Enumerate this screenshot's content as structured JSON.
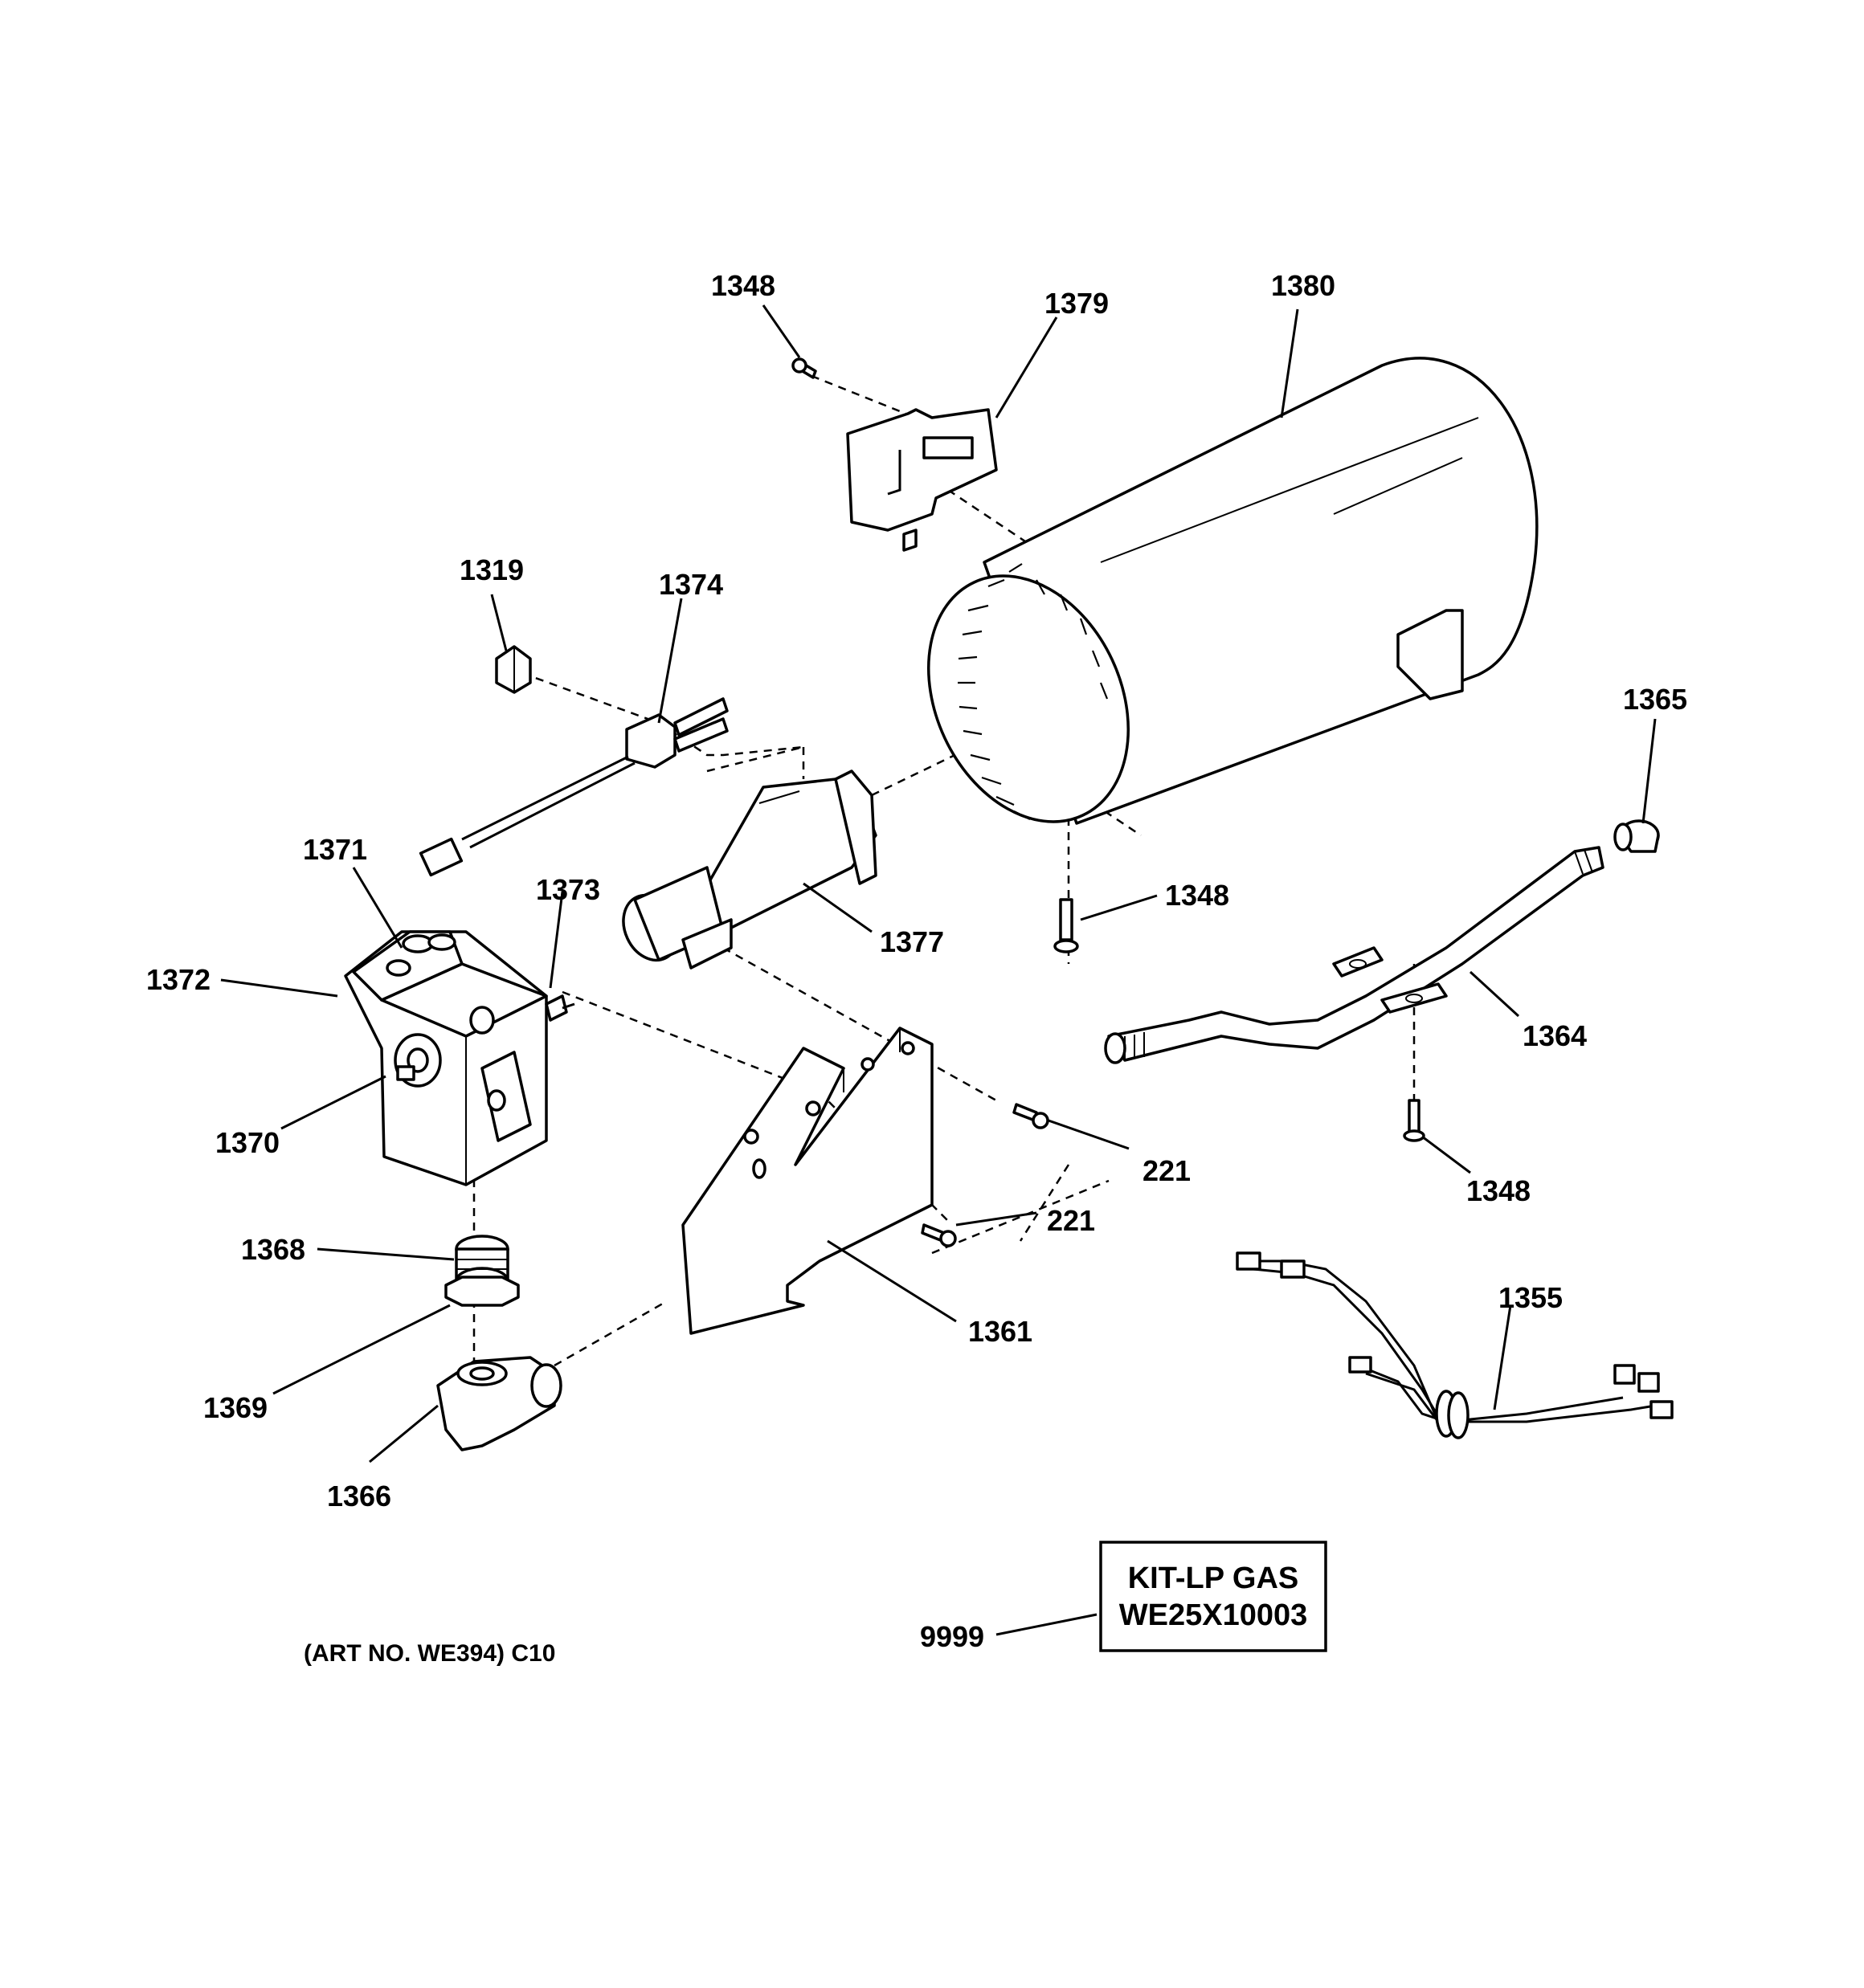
{
  "labels": {
    "l1348_top": "1348",
    "l1379": "1379",
    "l1380": "1380",
    "l1319": "1319",
    "l1374": "1374",
    "l1365": "1365",
    "l1371": "1371",
    "l1373": "1373",
    "l1348_mid": "1348",
    "l1377": "1377",
    "l1372": "1372",
    "l1364": "1364",
    "l1370": "1370",
    "l221_a": "221",
    "l1348_low": "1348",
    "l221_b": "221",
    "l1368": "1368",
    "l1355": "1355",
    "l1361": "1361",
    "l1369": "1369",
    "l1366": "1366",
    "l9999": "9999"
  },
  "kit_box": {
    "line1": "KIT-LP GAS",
    "line2": "WE25X10003"
  },
  "art_number": "(ART NO. WE394) C10"
}
